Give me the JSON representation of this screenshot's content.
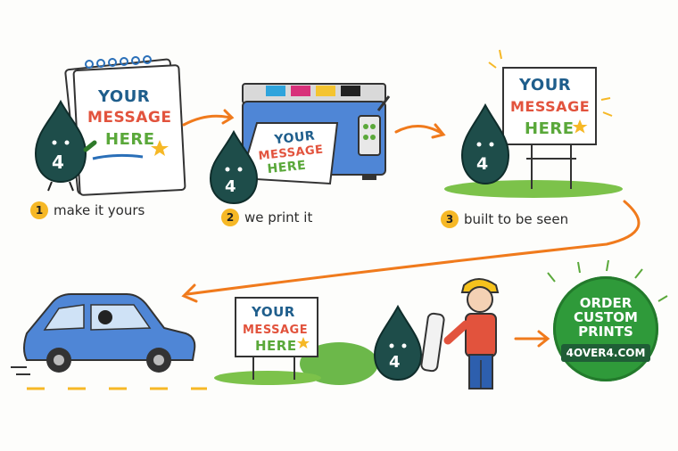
{
  "steps": [
    {
      "number": "1",
      "label": "make it yours"
    },
    {
      "number": "2",
      "label": "we print it"
    },
    {
      "number": "3",
      "label": "built to be seen"
    }
  ],
  "sign": {
    "line1": "YOUR",
    "line2": "MESSAGE",
    "line3": "HERE"
  },
  "mascot": {
    "label": "4"
  },
  "cta": {
    "line1": "ORDER",
    "line2": "CUSTOM",
    "line3": "PRINTS",
    "url": "4OVER4.COM"
  },
  "colors": {
    "accent_orange": "#f07a1c",
    "mascot_green": "#1e4d4a",
    "cta_green": "#2f9a3a",
    "sign_blue": "#1f5e8c",
    "sign_red": "#e2533d",
    "sign_green": "#5aa83a",
    "car_blue": "#4f86d6",
    "number_badge": "#f6b826"
  }
}
